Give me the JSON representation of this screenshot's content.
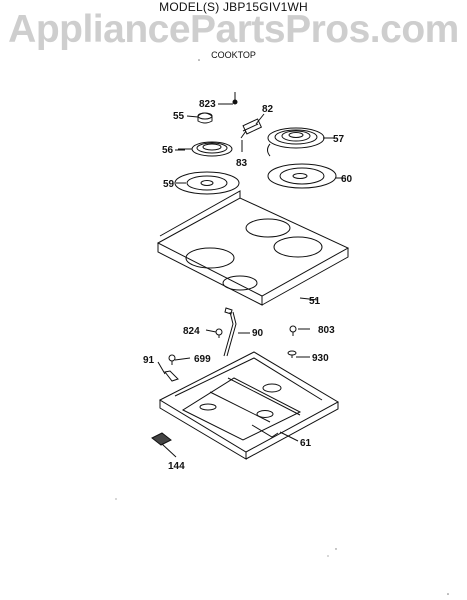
{
  "header": {
    "model": "MODEL(S) JBP15GIV1WH",
    "watermark": "AppliancePartsPros.com",
    "section": "COOKTOP"
  },
  "callouts": {
    "p823a": "823",
    "p55": "55",
    "p82": "82",
    "p57": "57",
    "p56": "56",
    "p83": "83",
    "p59": "59",
    "p60": "60",
    "p51": "51",
    "p824": "824",
    "p90": "90",
    "p803": "803",
    "p91": "91",
    "p699": "699",
    "p930": "930",
    "p61": "61",
    "p144": "144"
  }
}
